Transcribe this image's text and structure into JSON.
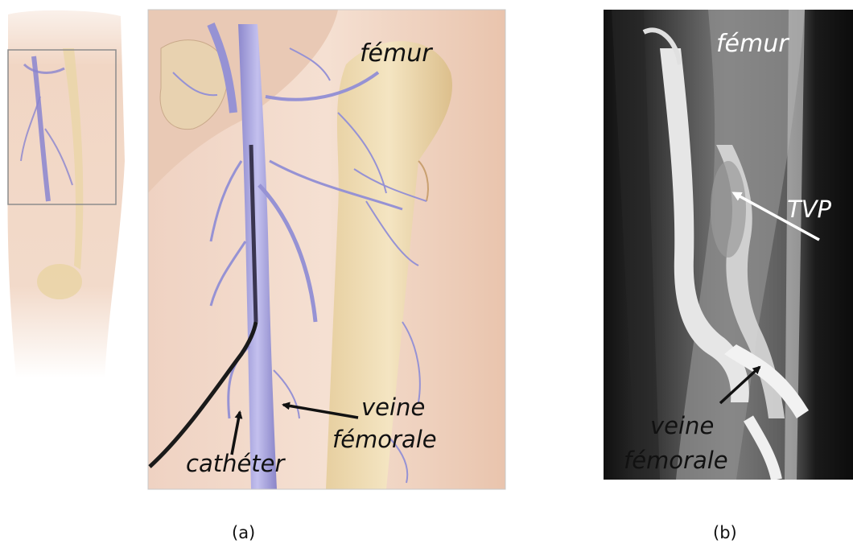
{
  "panel_a": {
    "labels": {
      "femur": "fémur",
      "veine_line1": "veine",
      "veine_line2": "fémorale",
      "catheter": "cathéter"
    },
    "caption": "(a)"
  },
  "panel_b": {
    "labels": {
      "femur": "fémur",
      "tvp": "TVP",
      "veine_line1": "veine",
      "veine_line2": "fémorale"
    },
    "caption": "(b)"
  }
}
